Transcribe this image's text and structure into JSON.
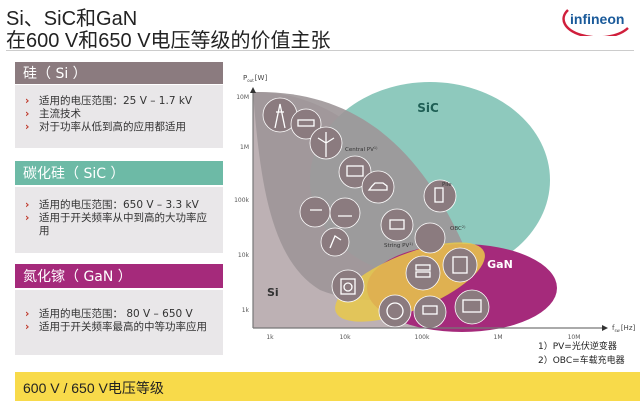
{
  "header": {
    "title_line1": "Si、SiC和GaN",
    "title_line2": "在600 V和650 V电压等级的价值主张",
    "logo_text": "infineon"
  },
  "panels": [
    {
      "title": "硅（ Si ）",
      "color": "#8b7b7f",
      "bullets": [
        "适用的电压范围：25 V – 1.7 kV",
        "主流技术",
        "对于功率从低到高的应用都适用"
      ]
    },
    {
      "title": "碳化硅（ SiC ）",
      "color": "#6dbaa6",
      "bullets": [
        "适用的电压范围：650 V – 3.3 kV",
        "适用于开关频率从中到高的大功率应用"
      ]
    },
    {
      "title": "氮化镓（ GaN ）",
      "color": "#a52a7b",
      "bullets": [
        "适用的电压范围： 80 V – 650 V",
        "适用于开关频率最高的中等功率应用"
      ]
    }
  ],
  "footer_bar": {
    "label": "600 V / 650 V电压等级",
    "color": "#f8da4a"
  },
  "diagram": {
    "y_axis_label": "P",
    "y_axis_sub": "out",
    "y_axis_unit": "[W]",
    "y_ticks": [
      "10M",
      "1M",
      "100k",
      "10k",
      "1k"
    ],
    "x_axis_label": "f",
    "x_axis_sub": "sw",
    "x_axis_unit": "[Hz]",
    "x_ticks": [
      "1k",
      "10k",
      "100k",
      "1M",
      "10M"
    ],
    "regions": {
      "si": "Si",
      "sic": "SiC",
      "gan": "GaN"
    },
    "colors": {
      "si_light": "#bdb1b4",
      "si_dark": "#9d9698",
      "sic": "#8ec9bd",
      "gan": "#a52a7b",
      "overlap_600v": "#e9c94a",
      "icon": "#8b7b7f"
    },
    "labels": {
      "central_pv": "Central PV",
      "central_pv_note": "1)",
      "pile": "Pile",
      "obc": "OBC",
      "obc_note": "2)",
      "string_pv": "String PV",
      "string_pv_note": "1)"
    },
    "icons": [
      "power-tower-icon",
      "train-icon",
      "wind-turbine-icon",
      "solar-panel-icon",
      "car-icon",
      "charging-pile-icon",
      "conveyor-icon",
      "loader-icon",
      "solar-panel-small-icon",
      "obc-charger-icon",
      "robot-arm-icon",
      "server-icon",
      "building-icon",
      "washing-machine-icon",
      "fan-icon",
      "adapter-icon",
      "tv-icon"
    ]
  },
  "footnotes": [
    "1）PV=光伏逆变器",
    "2）OBC=车载充电器"
  ]
}
